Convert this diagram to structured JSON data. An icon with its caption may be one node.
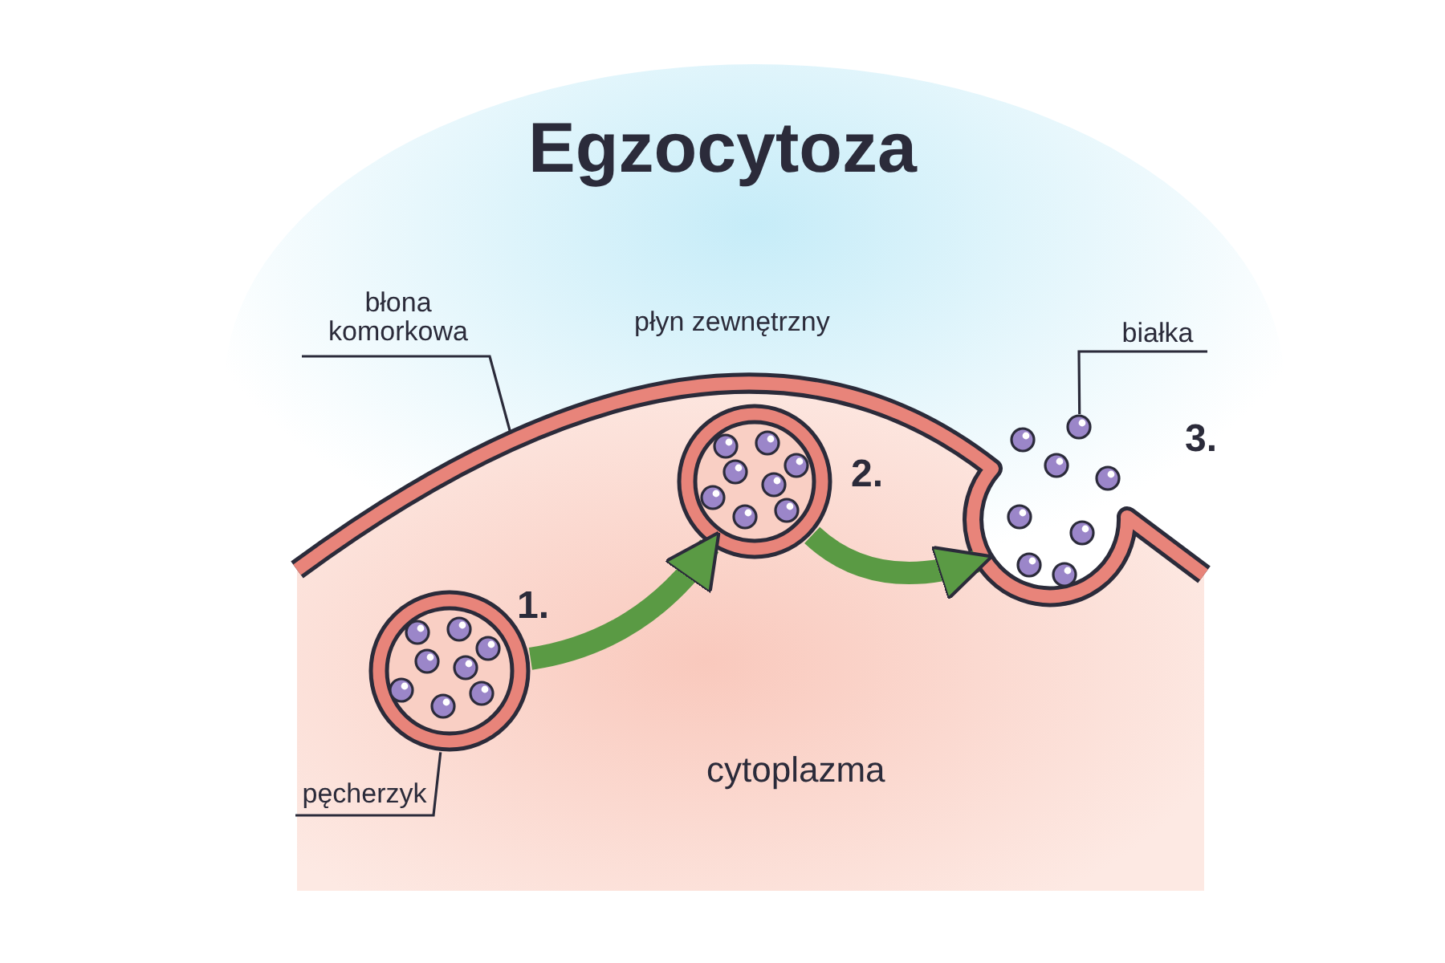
{
  "diagram": {
    "title": "Egzocytoza",
    "nodes": [
      {
        "text": [],
        "shape": "circle",
        "beside": [
          "1."
        ]
      },
      {
        "text": [],
        "shape": "circle",
        "beside": [
          "2."
        ]
      },
      {
        "text": [],
        "shape": "picture",
        "beside": [
          "3."
        ]
      },
      {
        "text": [
          "błona komorkowa"
        ]
      },
      {
        "text": [
          "białka"
        ]
      },
      {
        "text": [
          "pęcherzyk"
        ]
      }
    ],
    "edges": [
      {
        "from": 0,
        "to": 1,
        "arrow": "to",
        "style": "thick",
        "color": "#5a9a44"
      },
      {
        "from": 1,
        "to": 2,
        "arrow": "to",
        "style": "thick",
        "color": "#5a9a44"
      },
      {
        "from": 3,
        "to": null,
        "arrow": "none"
      },
      {
        "from": 4,
        "to": 2,
        "arrow": "none"
      },
      {
        "from": 5,
        "to": 0,
        "arrow": "none"
      }
    ],
    "labels": [
      "płyn zewnętrzny",
      "cytoplazma"
    ]
  }
}
